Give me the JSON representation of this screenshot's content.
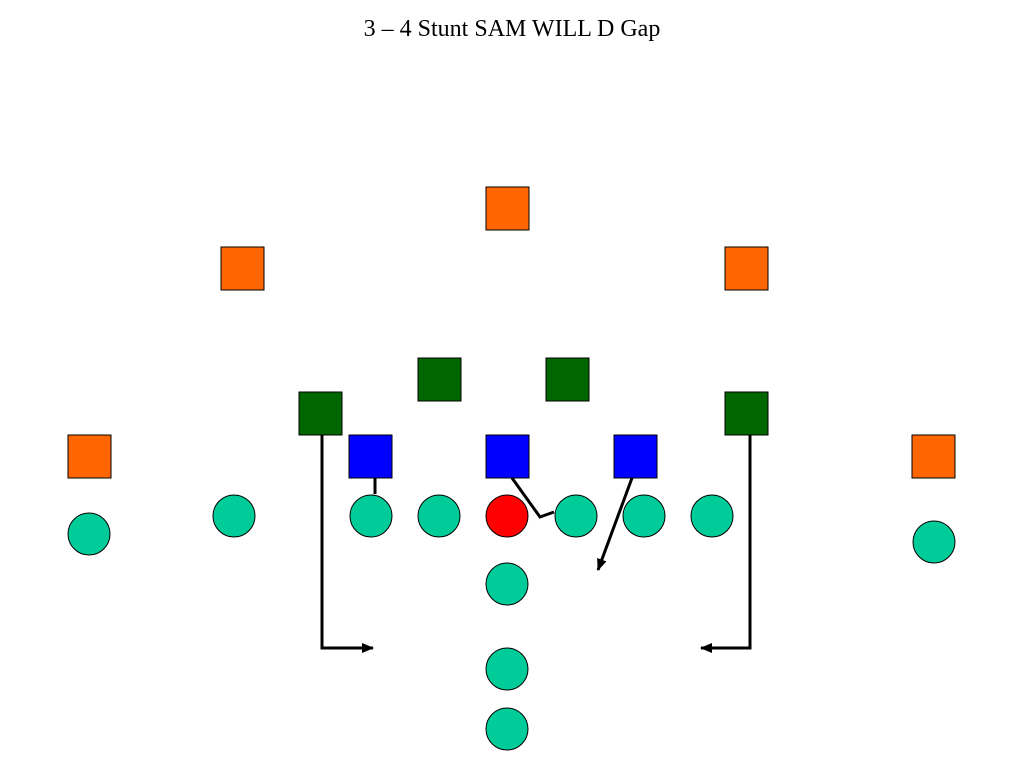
{
  "slide": {
    "title": "3 – 4 Stunt SAM WILL D Gap"
  },
  "colors": {
    "deep_defender": "#ff6600",
    "linebacker": "#006600",
    "lineman": "#0000ff",
    "offense_player": "#00cc99",
    "center": "#ff0000",
    "route_line": "#000000"
  },
  "legend_groups": [
    {
      "group": "deep-defenders",
      "shape": "square",
      "color_key": "deep_defender",
      "count": 5
    },
    {
      "group": "linebackers",
      "shape": "square",
      "color_key": "linebacker",
      "count": 4
    },
    {
      "group": "defensive-linemen",
      "shape": "square",
      "color_key": "lineman",
      "count": 3
    },
    {
      "group": "offensive-players",
      "shape": "circle",
      "color_key": "offense_player",
      "count": 11
    },
    {
      "group": "center",
      "shape": "circle",
      "color_key": "center",
      "count": 1
    }
  ]
}
